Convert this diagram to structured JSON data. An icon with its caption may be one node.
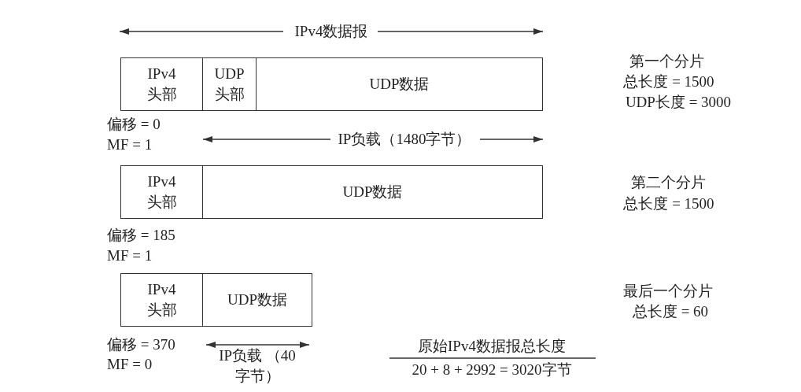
{
  "diagram": {
    "nodes": [
      {
        "text": [
          "IPv4 头部"
        ]
      },
      {
        "text": [
          "UDP 头部"
        ]
      },
      {
        "text": [
          "UDP数据"
        ]
      },
      {
        "text": [
          "IPv4 头部"
        ]
      },
      {
        "text": [
          "UDP数据"
        ]
      },
      {
        "text": [
          "IPv4 头部"
        ]
      },
      {
        "text": [
          "UDP数据"
        ]
      }
    ],
    "edges": [],
    "labels": [
      "IPv4数据报",
      "第一个分片",
      "总长度 = 1500",
      "UDP长度 = 3000",
      "偏移 = 0",
      "MF = 1",
      "IP负载（1480字节）",
      "第二个分片",
      "总长度 = 1500",
      "偏移 = 185",
      "MF = 1",
      "最后一个分片",
      "总长度 = 60",
      "偏移 = 370",
      "MF = 0",
      "IP负载 （40字节）",
      "原始IPv4数据报总长度",
      "20 + 8 + 2992 = 3020字节"
    ]
  }
}
